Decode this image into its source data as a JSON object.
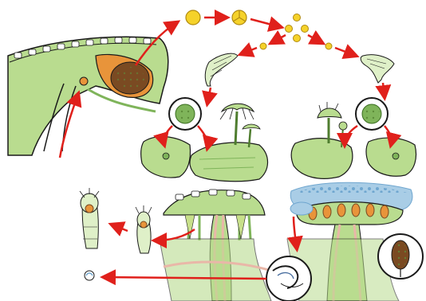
{
  "diagram": {
    "kind": "lifecycle",
    "labels": [],
    "colors": {
      "thallus": "#b9dc8f",
      "thallus_dark": "#7fb45a",
      "outline": "#1a1a1a",
      "arrow": "#e0201b",
      "spore": "#f5d22a",
      "spore_edge": "#b08a10",
      "capsule_orange": "#e8943a",
      "capsule_brown": "#7a4a22",
      "sperm_blue": "#a9cde6",
      "stalk_pink": "#e9b7a8",
      "pale_green": "#dff0c8"
    },
    "stages": [
      "sporophyte-capsule-section",
      "spore-tetrad",
      "free-spores",
      "germinating-spores",
      "female-gametophyte",
      "male-gametophyte",
      "archegonial-head-section",
      "antheridial-head-section",
      "archegonia",
      "antherozoid"
    ]
  }
}
